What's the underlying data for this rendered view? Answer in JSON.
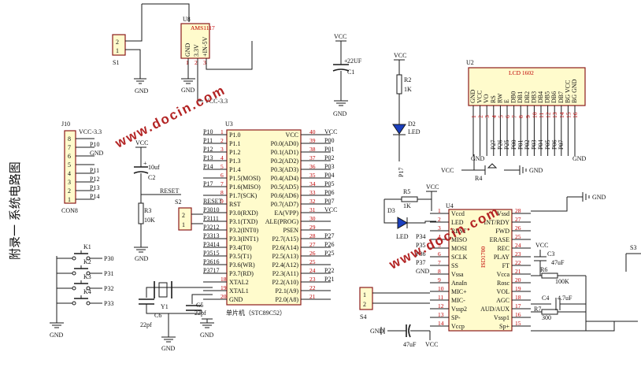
{
  "side_title": "附录一 系统电路图",
  "watermark": "www.docin.com",
  "pwr": {
    "vcc": "VCC",
    "gnd": "GND",
    "vcc33": "VCC-3.3"
  },
  "s1": {
    "ref": "S1",
    "pins": [
      "2",
      "1"
    ]
  },
  "u8": {
    "ref": "U8",
    "part": "AMS1117",
    "pins": [
      "GND",
      "3.3V",
      "+IN-5V"
    ],
    "nums": [
      "1",
      "2",
      "3"
    ]
  },
  "c1": {
    "ref": "C1",
    "value": "22UF"
  },
  "r2": {
    "ref": "R2",
    "value": "1K"
  },
  "d2": {
    "ref": "D2",
    "value": "LED"
  },
  "p17": "P17",
  "u2": {
    "ref": "U2",
    "name": "LCD 1602",
    "pins": [
      "GND",
      "VCC",
      "VO",
      "RS",
      "RW",
      "E",
      "DB0",
      "DB1",
      "DB2",
      "DB3",
      "DB4",
      "DB5",
      "DB6",
      "DB7",
      "BG VCC",
      "BG GND"
    ],
    "nums": [
      "1",
      "2",
      "3",
      "4",
      "5",
      "6",
      "7",
      "8",
      "9",
      "10",
      "11",
      "12",
      "13",
      "14",
      "15",
      "16"
    ],
    "nets": [
      "P27",
      "P26",
      "P25",
      "P00",
      "P01",
      "P02",
      "P03",
      "P04",
      "P05",
      "P06",
      "P07"
    ]
  },
  "r4": "R4",
  "j10": {
    "ref": "J10",
    "name": "CON8",
    "pins": [
      "8",
      "7",
      "6",
      "5",
      "4",
      "3",
      "2",
      "1"
    ],
    "nets": [
      "VCC-3.3",
      "P10",
      "GND",
      "",
      "P11",
      "P12",
      "P13",
      "P14"
    ]
  },
  "u3": {
    "ref": "U3",
    "caption": "单片机（STC89C52）",
    "left": [
      {
        "ext": "P10",
        "num": "1",
        "name": "P1.0"
      },
      {
        "ext": "P11",
        "num": "2",
        "name": "P1.1"
      },
      {
        "ext": "P12",
        "num": "3",
        "name": "P1.2"
      },
      {
        "ext": "P13",
        "num": "4",
        "name": "P1.3"
      },
      {
        "ext": "P14",
        "num": "5",
        "name": "P1.4"
      },
      {
        "ext": "",
        "num": "6",
        "name": "P1.5(MOSI)"
      },
      {
        "ext": "P17",
        "num": "7",
        "name": "P1.6(MISO)"
      },
      {
        "ext": "",
        "num": "8",
        "name": "P1.7(SCK)"
      },
      {
        "ext": "RESET",
        "num": "9",
        "name": "RST"
      },
      {
        "ext": "P3010",
        "num": "",
        "name": "P3.0(RXD)"
      },
      {
        "ext": "P3111",
        "num": "",
        "name": "P3.1(TXD)"
      },
      {
        "ext": "P3212",
        "num": "",
        "name": "P3.2(INT0)"
      },
      {
        "ext": "P3313",
        "num": "",
        "name": "P3.3(INT1)"
      },
      {
        "ext": "P3414",
        "num": "",
        "name": "P3.4(T0)"
      },
      {
        "ext": "P3515",
        "num": "",
        "name": "P3.5(T1)"
      },
      {
        "ext": "P3616",
        "num": "",
        "name": "P3.6(WR)"
      },
      {
        "ext": "P3717",
        "num": "",
        "name": "P3.7(RD)"
      },
      {
        "ext": "",
        "num": "18",
        "name": "XTAL2"
      },
      {
        "ext": "",
        "num": "19",
        "name": "XTAL1"
      },
      {
        "ext": "",
        "num": "20",
        "name": "GND"
      }
    ],
    "right": [
      {
        "name": "VCC",
        "num": "40",
        "ext": "VCC"
      },
      {
        "name": "P0.0(AD0)",
        "num": "39",
        "ext": "P00"
      },
      {
        "name": "P0.1(AD1)",
        "num": "38",
        "ext": "P01"
      },
      {
        "name": "P0.2(AD2)",
        "num": "37",
        "ext": "P02"
      },
      {
        "name": "P0.3(AD3)",
        "num": "36",
        "ext": "P03"
      },
      {
        "name": "P0.4(AD4)",
        "num": "35",
        "ext": "P04"
      },
      {
        "name": "P0.5(AD5)",
        "num": "34",
        "ext": "P05"
      },
      {
        "name": "P0.6(AD6)",
        "num": "33",
        "ext": "P06"
      },
      {
        "name": "P0.7(AD7)",
        "num": "32",
        "ext": "P07"
      },
      {
        "name": "EA(VPP)",
        "num": "31",
        "ext": "VCC"
      },
      {
        "name": "ALE(PROG)",
        "num": "30",
        "ext": ""
      },
      {
        "name": "PSEN",
        "num": "29",
        "ext": ""
      },
      {
        "name": "P2.7(A15)",
        "num": "28",
        "ext": "P27"
      },
      {
        "name": "P2.6(A14)",
        "num": "27",
        "ext": "P26"
      },
      {
        "name": "P2.5(A13)",
        "num": "26",
        "ext": "P25"
      },
      {
        "name": "P2.4(A12)",
        "num": "25",
        "ext": ""
      },
      {
        "name": "P2.3(A11)",
        "num": "24",
        "ext": "P22"
      },
      {
        "name": "P2.2(A10)",
        "num": "23",
        "ext": "P21"
      },
      {
        "name": "P2.1(A9)",
        "num": "22",
        "ext": ""
      },
      {
        "name": "P2.0(A8)",
        "num": "21",
        "ext": ""
      }
    ]
  },
  "c2": {
    "ref": "C2",
    "value": "10uf"
  },
  "r3": {
    "ref": "R3",
    "value": "10K"
  },
  "reset_net": "RESET",
  "s2": {
    "ref": "S2",
    "pins": [
      "2",
      "1"
    ]
  },
  "y1": {
    "ref": "Y1",
    "c6": "C6",
    "c5": "C5",
    "value": "22pf"
  },
  "keys": [
    {
      "ref": "K1",
      "net": "P30"
    },
    {
      "ref": "K2",
      "net": "P31"
    },
    {
      "ref": "K3",
      "net": "P32"
    },
    {
      "ref": "K4",
      "net": "P33"
    }
  ],
  "r5": {
    "ref": "R5",
    "value": "1K"
  },
  "d3": {
    "ref": "D3",
    "value": "LED"
  },
  "u4": {
    "ref": "U4",
    "part": "ISD1700",
    "left": [
      {
        "num": "1",
        "name": "Vccd",
        "ext": ""
      },
      {
        "num": "2",
        "name": "LED",
        "ext": ""
      },
      {
        "num": "3",
        "name": "REST",
        "ext": ""
      },
      {
        "num": "4",
        "name": "MISO",
        "ext": "P34"
      },
      {
        "num": "5",
        "name": "MOSI",
        "ext": "P35"
      },
      {
        "num": "6",
        "name": "SCLK",
        "ext": "P36"
      },
      {
        "num": "7",
        "name": "SS",
        "ext": "P37"
      },
      {
        "num": "8",
        "name": "Vssa",
        "ext": "GND"
      },
      {
        "num": "9",
        "name": "AnaIn",
        "ext": ""
      },
      {
        "num": "10",
        "name": "MIC+",
        "ext": ""
      },
      {
        "num": "11",
        "name": "MIC-",
        "ext": ""
      },
      {
        "num": "12",
        "name": "Vssp2",
        "ext": ""
      },
      {
        "num": "13",
        "name": "SP-",
        "ext": ""
      },
      {
        "num": "14",
        "name": "Vccp",
        "ext": ""
      }
    ],
    "right": [
      {
        "num": "28",
        "name": "Vssd"
      },
      {
        "num": "27",
        "name": "INT/RDY"
      },
      {
        "num": "26",
        "name": "FWD"
      },
      {
        "num": "25",
        "name": "ERASE"
      },
      {
        "num": "24",
        "name": "REC"
      },
      {
        "num": "23",
        "name": "PLAY"
      },
      {
        "num": "22",
        "name": "FT"
      },
      {
        "num": "21",
        "name": "Vcca"
      },
      {
        "num": "20",
        "name": "Rosc"
      },
      {
        "num": "19",
        "name": "VOL"
      },
      {
        "num": "18",
        "name": "AGC"
      },
      {
        "num": "17",
        "name": "AUD/AUX"
      },
      {
        "num": "16",
        "name": "Vssp1"
      },
      {
        "num": "15",
        "name": "Sp+"
      }
    ]
  },
  "c3": {
    "ref": "C3",
    "value": "47uF"
  },
  "r6": {
    "ref": "R6",
    "value": "100K"
  },
  "c4": {
    "ref": "C4",
    "value": "4.7uF"
  },
  "r7": {
    "ref": "R7",
    "value": "300"
  },
  "s4": {
    "ref": "S4",
    "pins": [
      "1",
      "2"
    ]
  },
  "c_bot": {
    "value": "47uF"
  },
  "s3": {
    "ref": "S3"
  }
}
